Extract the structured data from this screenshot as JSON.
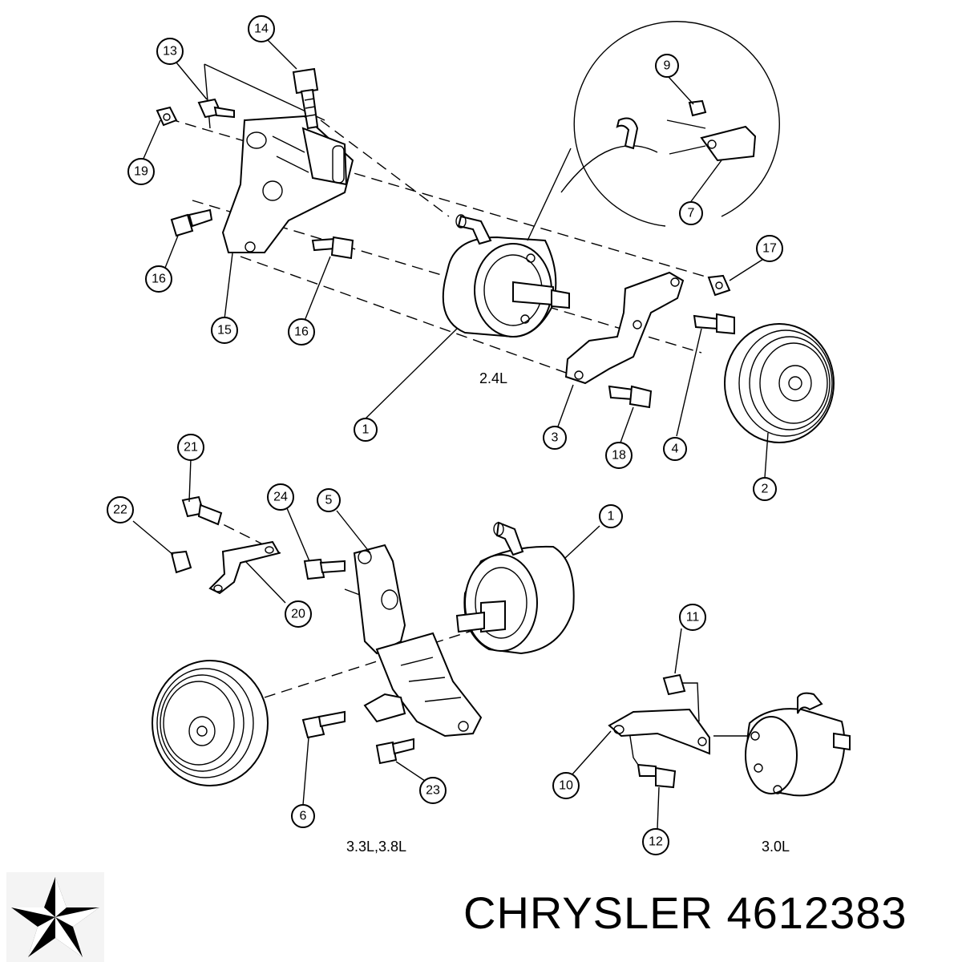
{
  "engine_labels": {
    "top": "2.4L",
    "bottom_left": "3.3L,3.8L",
    "bottom_right": "3.0L"
  },
  "callouts": [
    "1",
    "2",
    "3",
    "4",
    "5",
    "6",
    "7",
    "9",
    "10",
    "11",
    "12",
    "13",
    "14",
    "15",
    "16",
    "16",
    "17",
    "18",
    "19",
    "20",
    "21",
    "22",
    "23",
    "24",
    "1"
  ],
  "footer": {
    "brand": "CHRYSLER",
    "part_number": "4612383"
  },
  "logo": {
    "name": "chrysler-pentastar-icon",
    "color": "#000000"
  }
}
